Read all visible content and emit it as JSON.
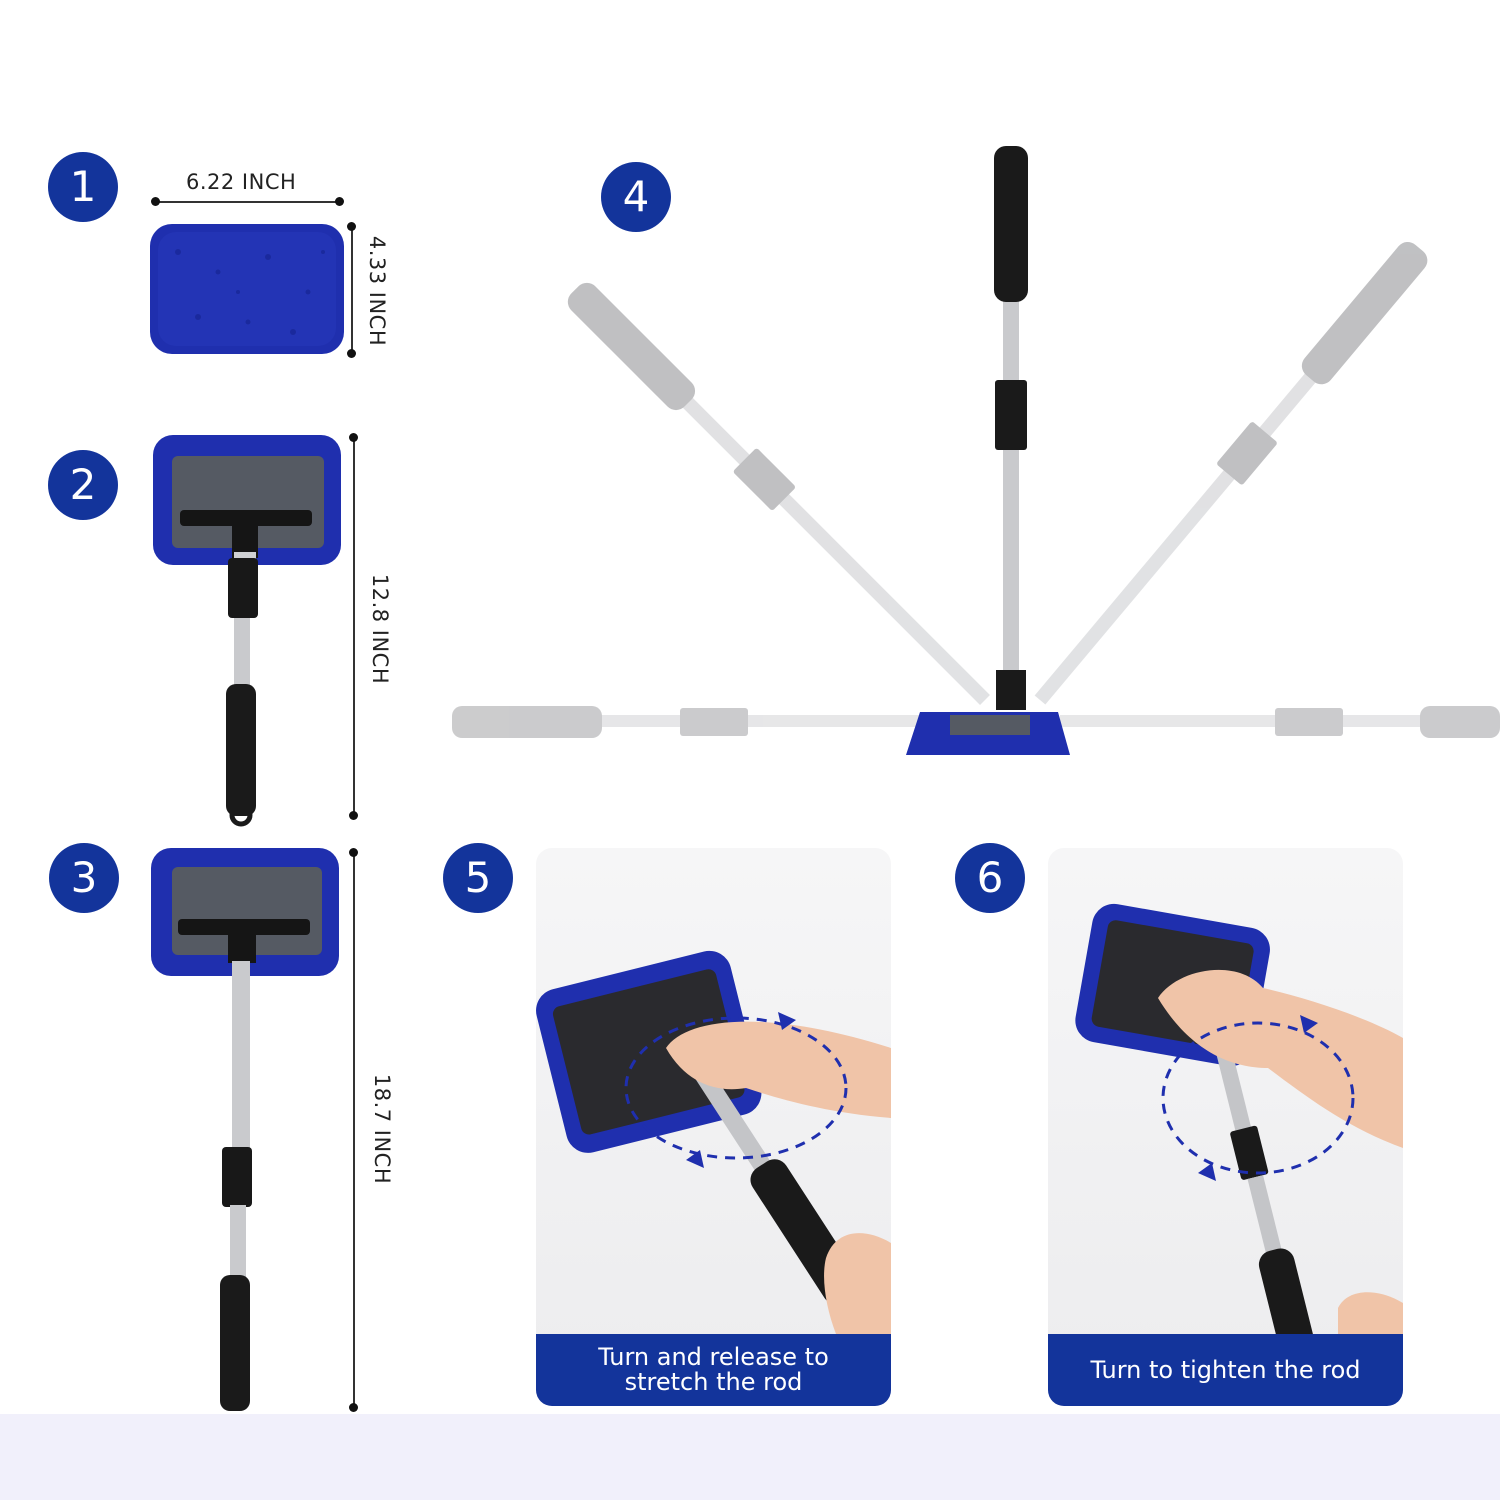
{
  "badges": {
    "b1": "1",
    "b2": "2",
    "b3": "3",
    "b4": "4",
    "b5": "5",
    "b6": "6"
  },
  "dimensions": {
    "pad_width": "6.22 INCH",
    "pad_height": "4.33 INCH",
    "short_length": "12.8 INCH",
    "long_length": "18.7 INCH"
  },
  "captions": {
    "step5": "Turn and release to stretch the rod",
    "step6": "Turn to tighten the rod"
  },
  "colors": {
    "accent": "#13349b",
    "pad_blue": "#1f2fae",
    "handle_black": "#1a1a1a",
    "rod_silver": "#c9cacd",
    "footer": "#f1f0fb"
  }
}
